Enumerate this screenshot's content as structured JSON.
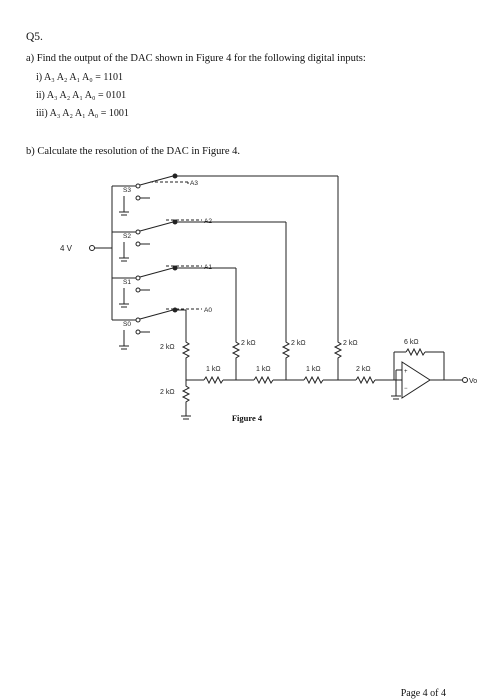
{
  "question": {
    "number": "Q5.",
    "part_a": "a) Find the output of the DAC shown in Figure 4 for the following digital inputs:",
    "inputs": [
      "i)  A₃ A₂ A₁ A₀ = 1101",
      "ii)  A₃ A₂ A₁ A₀ = 0101",
      "iii)  A₃ A₂ A₁ A₀ = 1001"
    ],
    "part_b": "b) Calculate the resolution of the DAC in Figure 4."
  },
  "figure": {
    "caption": "Figure 4",
    "vref": "4 V",
    "switches": [
      "S3",
      "S2",
      "S1",
      "S0"
    ],
    "controls": [
      "A3",
      "A2",
      "A1",
      "A0"
    ],
    "ladder": {
      "shunt_left": "2 kΩ",
      "shunt_bottom": "2 kΩ",
      "vertical": [
        "2 kΩ",
        "2 kΩ",
        "2 kΩ"
      ],
      "series": [
        "1 kΩ",
        "1 kΩ",
        "1 kΩ"
      ],
      "input_resistor": "2 kΩ",
      "feedback_resistor": "6 kΩ"
    },
    "output": "Vo"
  },
  "footer": {
    "page": "Page 4 of 4"
  }
}
